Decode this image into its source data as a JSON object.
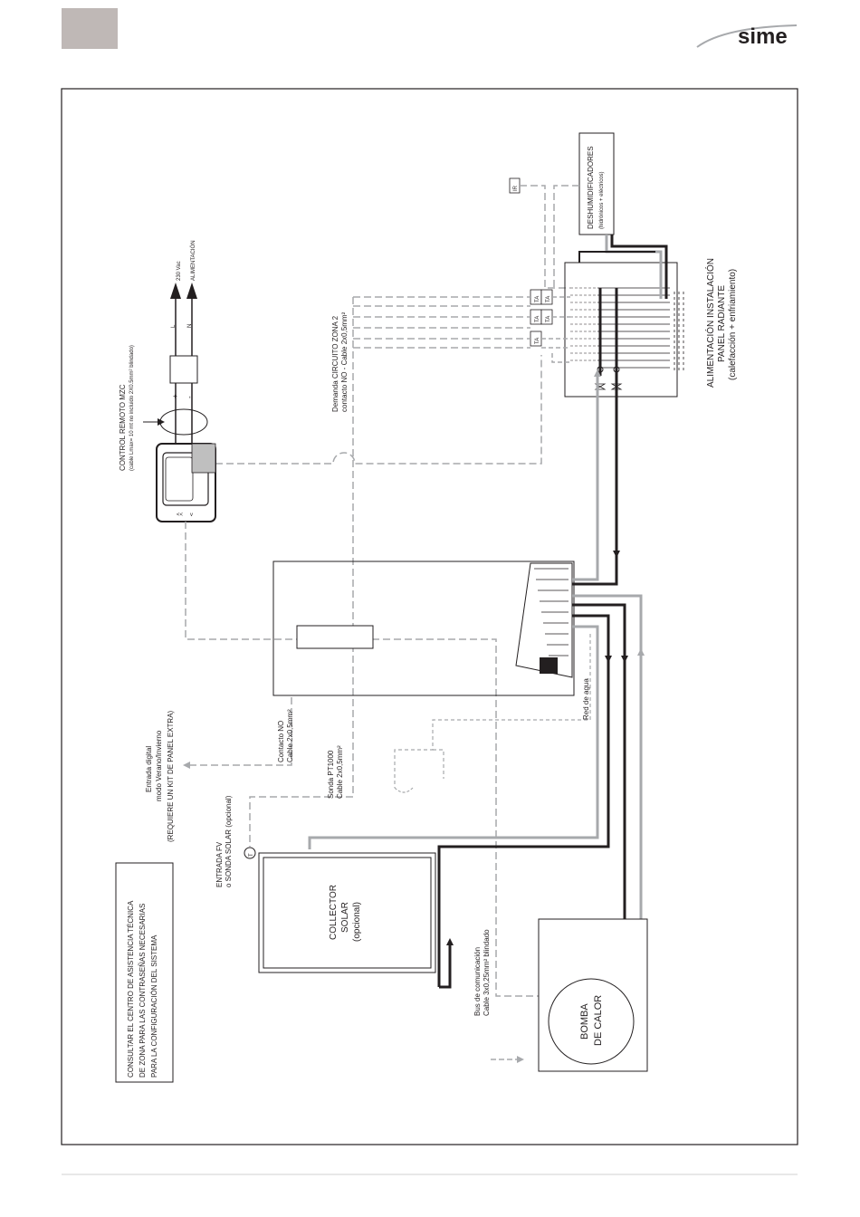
{
  "header": {
    "brand": "sime"
  },
  "labels": {
    "deshum_1": "DESHUMIDIFICADORES",
    "deshum_2": "(hidrónicos + eléctricos)",
    "ir": "IR",
    "alim_1": "ALIMENTACIÓN INSTALACIÓN",
    "alim_2": "PANEL RADIANTE",
    "alim_3": "(calefacción + enfriamiento)",
    "volt_1": "230 Vac",
    "volt_2": "ALIMENTACIÓN",
    "l": "L",
    "n": "N",
    "plus": "+",
    "minus": "-",
    "remote_1": "CONTROL REMOTO MZC",
    "remote_2": "(cable Lmax= 10 mt no incluido 2X0.5mm² blindado)",
    "zona_1": "Demanda CIRCUITO ZONA 2",
    "zona_2": "contacto NO - Cable 2x0,5mm²",
    "ta": "TA",
    "red_agua": "Red de agua",
    "entrada_1": "Entrada digital",
    "entrada_2": "modo Verano/Invierno",
    "entrada_3": "(REQUIERE UN KIT DE PANEL EXTRA)",
    "contacto_1": "Contacto NO",
    "contacto_2": "Cable 2x0,5mm²",
    "sonda_1": "Sonda PT1000",
    "sonda_2": "Cable 2x0,5mm²",
    "fv_1": "ENTRADA FV",
    "fv_2": "o SONDA SOLAR (opcional)",
    "t": "T",
    "collector_1": "COLLECTOR",
    "collector_2": "SOLAR",
    "collector_3": "(opcional)",
    "bus_1": "Bus de comunicación",
    "bus_2": "Cable 3x0,25mm² blindado",
    "bomba_1": "BOMBA",
    "bomba_2": "DE CALOR",
    "consult_1": "CONSULTAR EL CENTRO DE ASISTENCIA TÉCNICA",
    "consult_2": "DE ZONA PARA LAS CONTRASEÑAS NECESARIAS",
    "consult_3": "PARA LA CONFIGURACIÓN DEL SISTEMA"
  },
  "colors": {
    "dark": "#231f20",
    "gray": "#a7a9ac",
    "header_box": "#bfb8b6"
  }
}
